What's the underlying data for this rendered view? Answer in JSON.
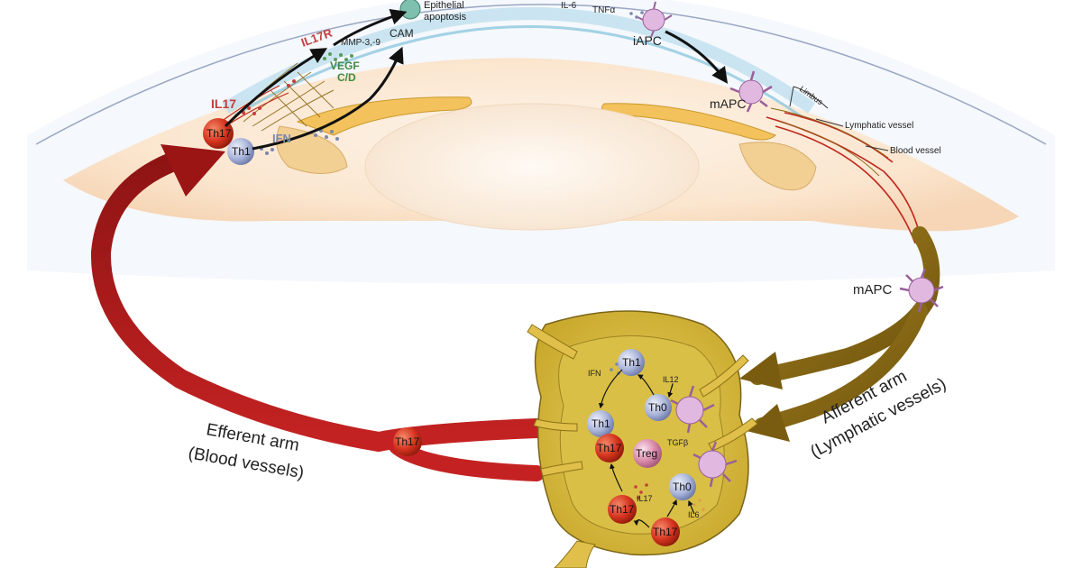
{
  "labels": {
    "epithelial_apoptosis": [
      "Epithelial",
      "apoptosis"
    ],
    "il6": "IL-6",
    "tnf": "TNFα",
    "iapc": "iAPC",
    "mapc_cornea": "mAPC",
    "limbus": "Limbus",
    "lymphatic_vessel": "Lymphatic vessel",
    "blood_vessel": "Blood vessel",
    "cam": "CAM",
    "mmp": "MMP-3,-9",
    "il17r": "IL17R",
    "vegf": [
      "VEGF",
      "C/D"
    ],
    "il17_top": "IL17",
    "th17_cornea": "Th17",
    "th1_cornea": "Th1",
    "ifn_cornea": "IFN",
    "mapc_lymph": "mAPC",
    "efferent_arm": [
      "Efferent arm",
      "(Blood vessels)"
    ],
    "afferent_arm": [
      "Afferent arm",
      "(Lymphatic vessels)"
    ],
    "th17_vessel": "Th17"
  },
  "lymph_node": {
    "ifn": "IFN",
    "il12": "IL12",
    "tgfb": "TGFβ",
    "il17": "IL17",
    "il6": "IL6",
    "th1_top": "Th1",
    "th0_top": "Th0",
    "th1_mid": "Th1",
    "th17_mid": "Th17",
    "treg": "Treg",
    "th0_bottom": "Th0",
    "th17_bl": "Th17",
    "th17_br": "Th17"
  },
  "colors": {
    "efferent": "#b81f1f",
    "afferent": "#8a6a12",
    "th17": "#d5341f",
    "th1": "#a9b4d9",
    "treg": "#d98aa9",
    "mapc": "#d8a6d8",
    "node": "#d6b940"
  }
}
